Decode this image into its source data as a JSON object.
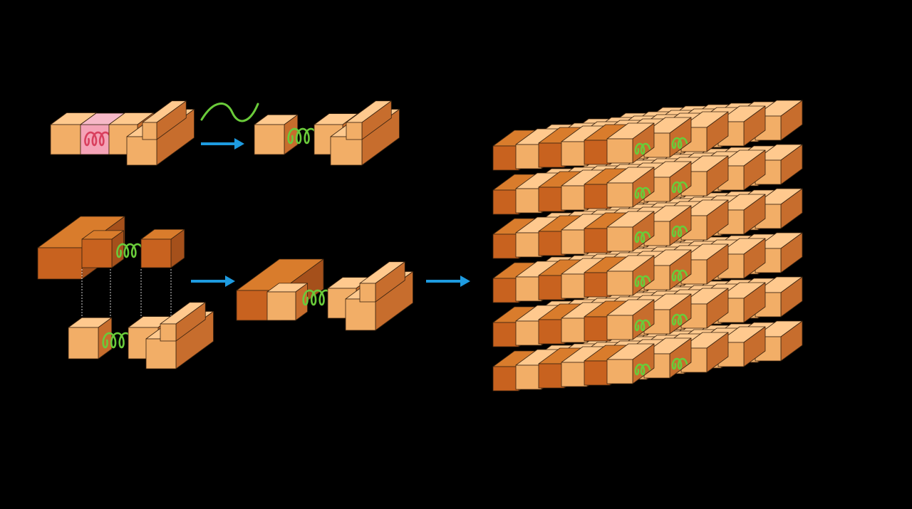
{
  "colors": {
    "background": "#000000",
    "block_front": "#F2AE67",
    "block_top": "#FFC98E",
    "block_side": "#C76D2D",
    "block_dark_front": "#C8621F",
    "block_dark_top": "#D97C2C",
    "block_dark_side": "#A5501B",
    "edge": "#3B2410",
    "highlight_region": "#F5A3B7",
    "helix_inactive": "#D9405E",
    "helix_active": "#6ACB3A",
    "arrow": "#1E9BE0"
  },
  "icons": {
    "arrow": "right-arrow-icon",
    "helix": "coil-helix-icon",
    "linker": "wavy-linker-icon"
  },
  "lattice": {
    "layers": 6,
    "columns": 5,
    "rows": 6
  }
}
